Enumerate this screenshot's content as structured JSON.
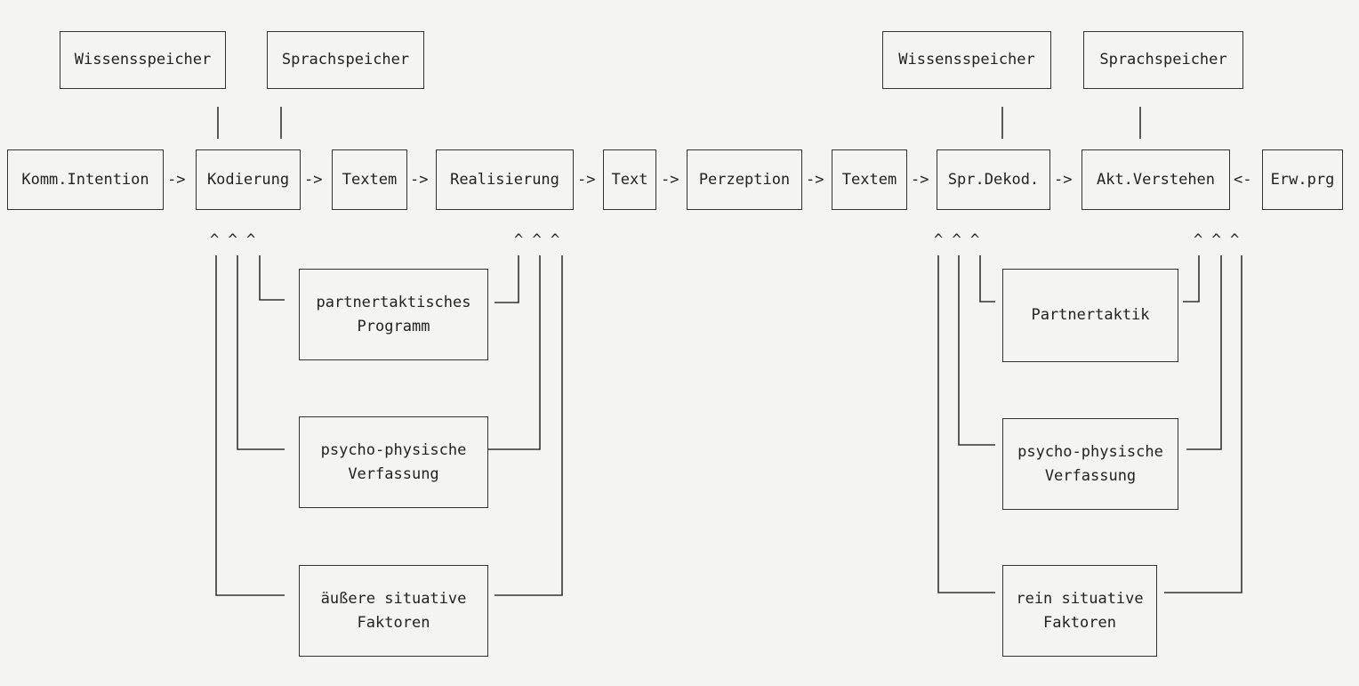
{
  "top_boxes": {
    "wissen_left": "Wissensspeicher",
    "sprach_left": "Sprachspeicher",
    "wissen_right": "Wissensspeicher",
    "sprach_right": "Sprachspeicher"
  },
  "chain": {
    "komm_intention": "Komm.Intention",
    "kodierung": "Kodierung",
    "textem_1": "Textem",
    "realisierung": "Realisierung",
    "text": "Text",
    "perzeption": "Perzeption",
    "textem_2": "Textem",
    "spr_dekod": "Spr.Dekod.",
    "akt_verstehen": "Akt.Verstehen",
    "erw_prg": "Erw.prg"
  },
  "arrows": {
    "right": "->",
    "left": "<-",
    "caret": "^ ^ ^"
  },
  "left_factors": {
    "partner_line1": "partnertaktisches",
    "partner_line2": "Programm",
    "psycho_line1": "psycho-physische",
    "psycho_line2": "Verfassung",
    "aeussere_line1": "äußere situative",
    "aeussere_line2": "Faktoren"
  },
  "right_factors": {
    "partner": "Partnertaktik",
    "psycho_line1": "psycho-physische",
    "psycho_line2": "Verfassung",
    "rein_line1": "rein situative",
    "rein_line2": "Faktoren"
  }
}
